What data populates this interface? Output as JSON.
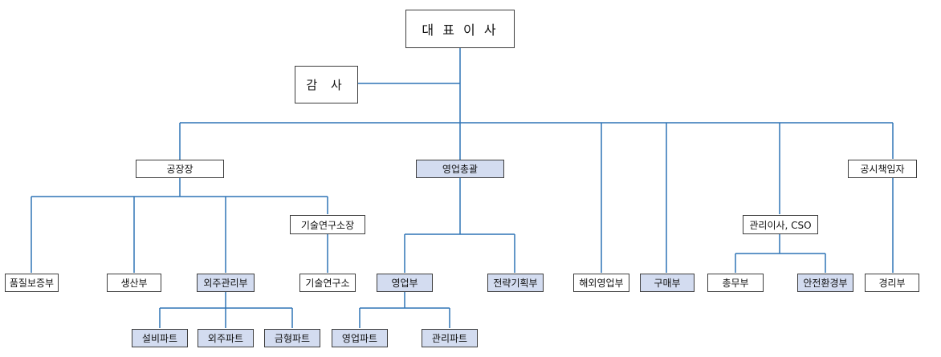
{
  "colors": {
    "line": "#2f74b5",
    "border": "#3d3d3d",
    "highlight": "#d3dcf0",
    "background": "#ffffff"
  },
  "nodes": {
    "ceo": "대 표 이 사",
    "audit": "감   사",
    "plant_manager": "공장장",
    "sales_head": "영업총괄",
    "disclosure_officer": "공시책임자",
    "quality_dept": "품질보증부",
    "production_dept": "생산부",
    "outsourcing_dept": "외주관리부",
    "rnd_director": "기술연구소장",
    "rnd_center": "기술연구소",
    "sales_dept": "영업부",
    "strategy_dept": "전략기획부",
    "overseas_sales_dept": "해외영업부",
    "purchasing_dept": "구매부",
    "admin_director": "관리이사, CSO",
    "general_affairs_dept": "총무부",
    "safety_env_dept": "안전환경부",
    "accounting_dept": "경리부",
    "facility_part": "설비파트",
    "outsourcing_part": "외주파트",
    "mold_part": "금형파트",
    "sales_part": "영업파트",
    "admin_part": "관리파트"
  }
}
